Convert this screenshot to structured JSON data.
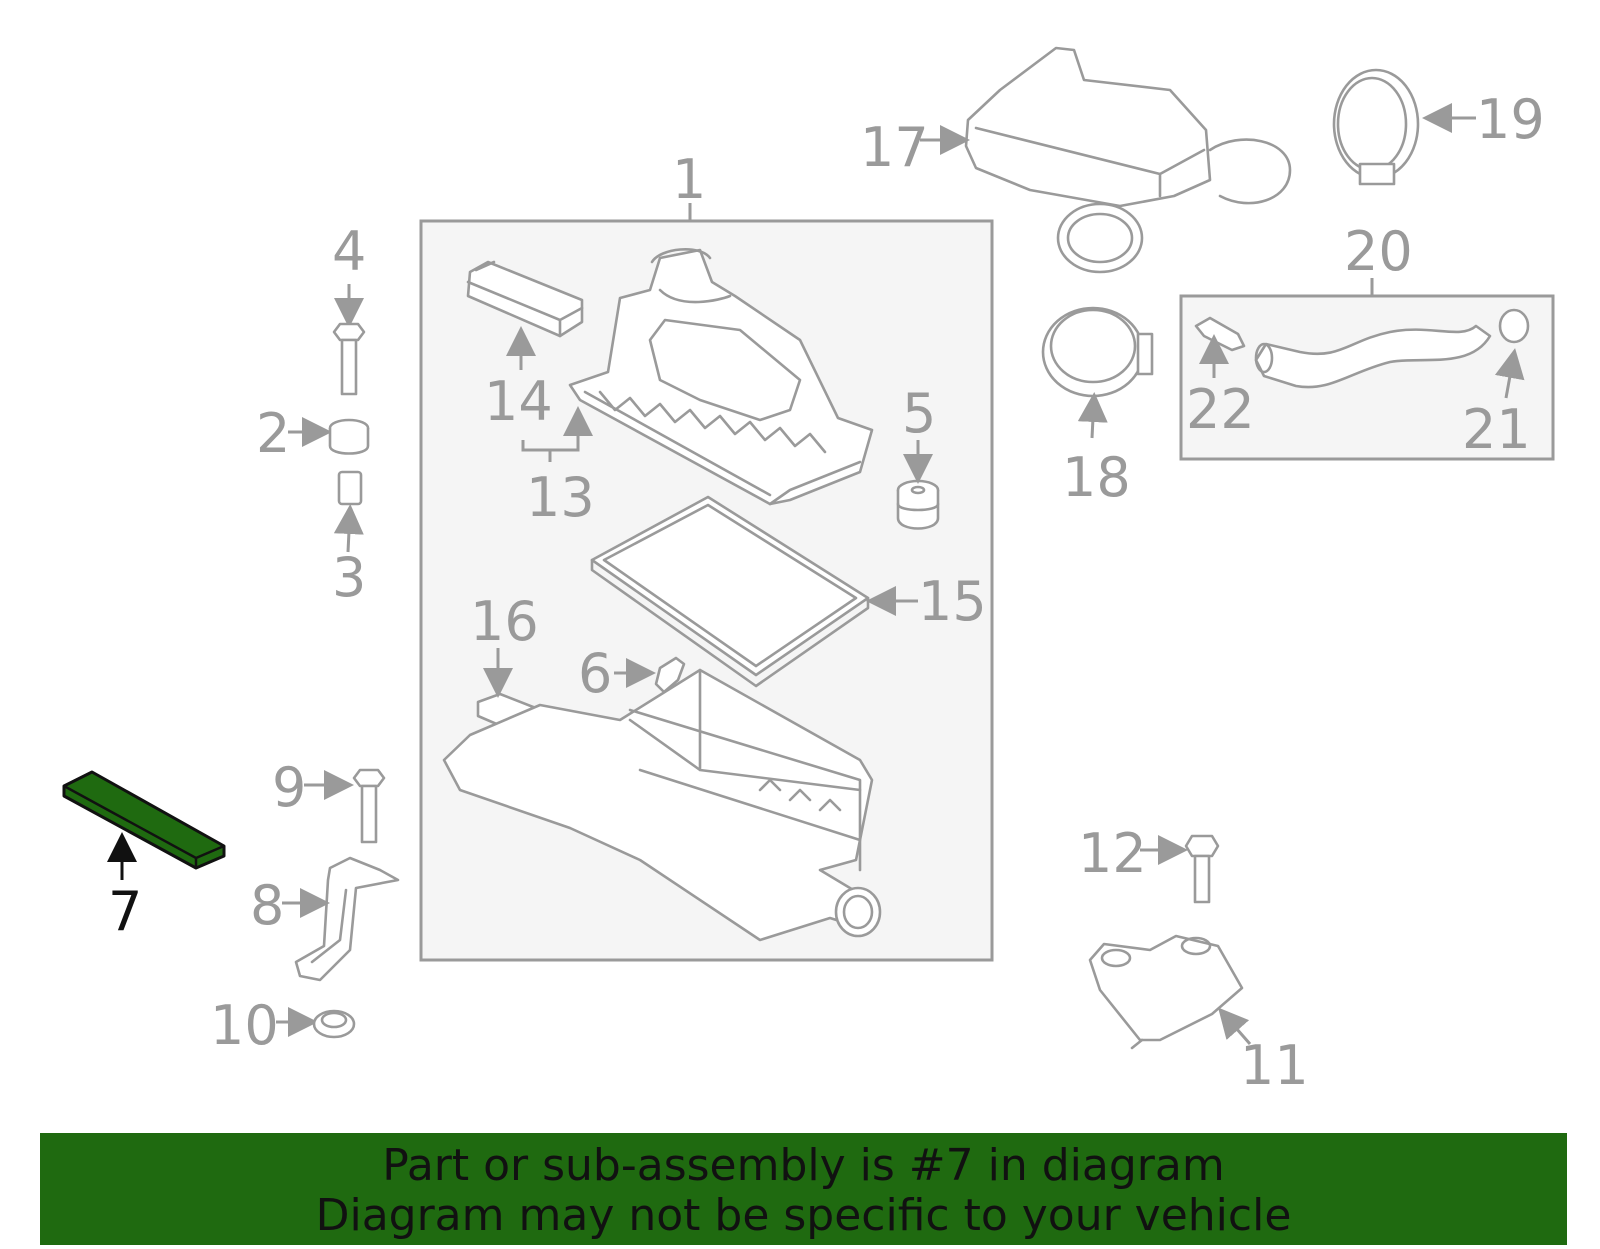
{
  "colors": {
    "line": "#9a9a9a",
    "highlight_fill": "#1f6a10",
    "highlight_text": "#111111",
    "banner_bg": "#1f6a10",
    "group_box_bg": "#f5f5f5"
  },
  "highlighted_part": "7",
  "callouts": {
    "n1": "1",
    "n2": "2",
    "n3": "3",
    "n4": "4",
    "n5": "5",
    "n6": "6",
    "n7": "7",
    "n8": "8",
    "n9": "9",
    "n10": "10",
    "n11": "11",
    "n12": "12",
    "n13": "13",
    "n14": "14",
    "n15": "15",
    "n16": "16",
    "n17": "17",
    "n18": "18",
    "n19": "19",
    "n20": "20",
    "n21": "21",
    "n22": "22"
  },
  "banner": {
    "line1": "Part or sub-assembly is #7 in diagram",
    "line2": "Diagram may not be specific to your vehicle"
  }
}
